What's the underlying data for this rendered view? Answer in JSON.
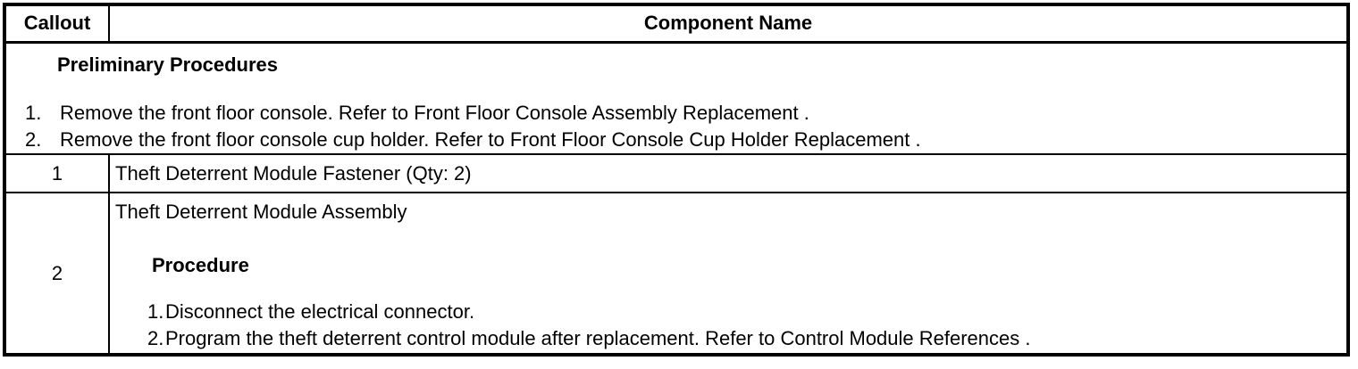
{
  "document": {
    "table": {
      "header": {
        "callout_label": "Callout",
        "component_label": "Component Name"
      },
      "preliminary": {
        "heading": "Preliminary Procedures",
        "steps": [
          "Remove the front floor console. Refer to Front Floor Console Assembly Replacement .",
          "Remove the front floor console cup holder. Refer to Front Floor Console Cup Holder Replacement ."
        ]
      },
      "rows": [
        {
          "callout": "1",
          "component": "Theft Deterrent Module Fastener (Qty: 2)"
        },
        {
          "callout": "2",
          "component": "Theft Deterrent Module Assembly",
          "procedure": {
            "heading": "Procedure",
            "steps": [
              "Disconnect the electrical connector.",
              "Program the theft deterrent control module after replacement. Refer to Control Module References ."
            ]
          }
        }
      ]
    },
    "colors": {
      "border": "#000000",
      "background": "#ffffff",
      "text": "#000000"
    }
  }
}
